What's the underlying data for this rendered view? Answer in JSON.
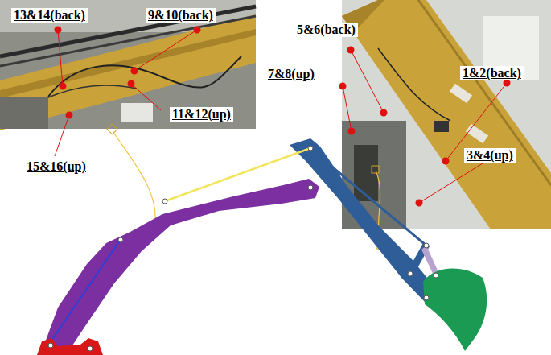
{
  "diagram": {
    "labels": [
      "13&14(back)",
      "9&10(back)",
      "5&6(back)",
      "1&2(back)",
      "7&8(up)",
      "11&12(up)",
      "3&4(up)",
      "15&16(up)"
    ]
  }
}
